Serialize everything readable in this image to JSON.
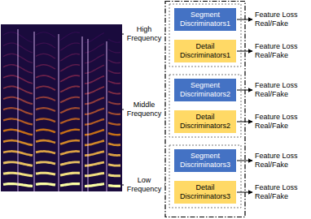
{
  "diagram": {
    "nodes": [
      {
        "text": [
          "Segment Discriminators1"
        ]
      },
      {
        "text": [
          "Detail Discriminators1"
        ]
      },
      {
        "text": [
          "Segment Discriminators2"
        ]
      },
      {
        "text": [
          "Detail Discriminators2"
        ]
      },
      {
        "text": [
          "Segment Discriminators3"
        ]
      },
      {
        "text": [
          "Detail Discriminators3"
        ]
      }
    ],
    "labels": [
      "High Frequency",
      "Middle Frequency",
      "Low Frequency",
      "Feature Loss Real/Fake",
      "Feature Loss Real/Fake",
      "Feature Loss Real/Fake",
      "Feature Loss Real/Fake",
      "Feature Loss Real/Fake",
      "Feature Loss Real/Fake"
    ]
  }
}
